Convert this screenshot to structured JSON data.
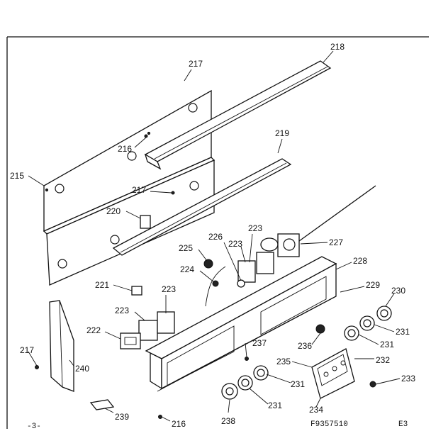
{
  "labels": {
    "p218": "218",
    "p217a": "217",
    "p216a": "216",
    "p215": "215",
    "p219": "219",
    "p217b": "217",
    "p220": "220",
    "p226": "226",
    "p223a": "223",
    "p223b": "223",
    "p225": "225",
    "p227": "227",
    "p224": "224",
    "p228": "228",
    "p221": "221",
    "p223c": "223",
    "p229": "229",
    "p230": "230",
    "p223d": "223",
    "p222": "222",
    "p231a": "231",
    "p231b": "231",
    "p236": "236",
    "p237": "237",
    "p217c": "217",
    "p240": "240",
    "p235": "235",
    "p232": "232",
    "p233": "233",
    "p231c": "231",
    "p231d": "231",
    "p234": "234",
    "p239": "239",
    "p216b": "216",
    "p238": "238"
  },
  "footer": {
    "page": "-3-",
    "catalog": "F9357510",
    "code": "E3"
  }
}
